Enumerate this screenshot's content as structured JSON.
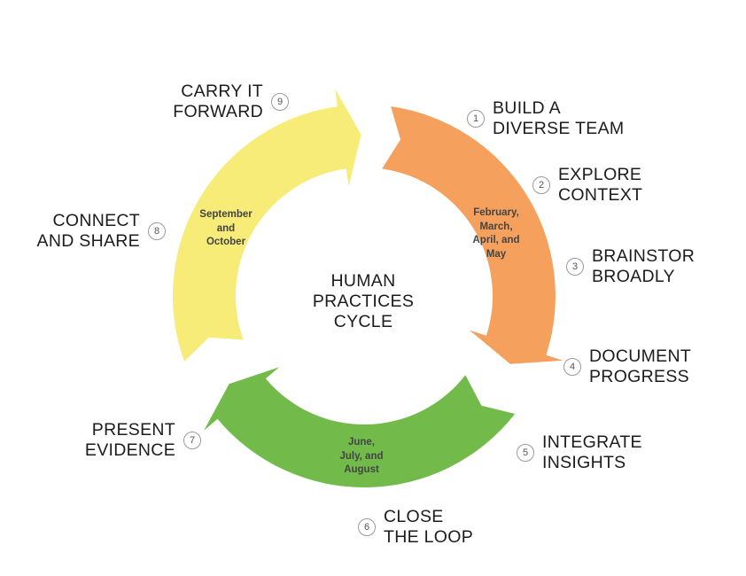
{
  "center_title": [
    "HUMAN",
    "PRACTICES",
    "CYCLE"
  ],
  "colors": {
    "orange": "#f5a05c",
    "green": "#72bb4b",
    "yellow": "#f6ec77"
  },
  "segments": [
    {
      "id": "orange",
      "months": [
        "February,",
        "March,",
        "April, and",
        "May"
      ]
    },
    {
      "id": "green",
      "months": [
        "June,",
        "July, and",
        "August"
      ]
    },
    {
      "id": "yellow",
      "months": [
        "September",
        "and",
        "October"
      ]
    }
  ],
  "steps": [
    {
      "number": "1",
      "lines": [
        "BUILD A",
        "DIVERSE TEAM"
      ]
    },
    {
      "number": "2",
      "lines": [
        "EXPLORE",
        "CONTEXT"
      ]
    },
    {
      "number": "3",
      "lines": [
        "BRAINSTOR",
        "BROADLY"
      ]
    },
    {
      "number": "4",
      "lines": [
        "DOCUMENT",
        "PROGRESS"
      ]
    },
    {
      "number": "5",
      "lines": [
        "INTEGRATE",
        "INSIGHTS"
      ]
    },
    {
      "number": "6",
      "lines": [
        "CLOSE",
        "THE LOOP"
      ]
    },
    {
      "number": "7",
      "lines": [
        "PRESENT",
        "EVIDENCE"
      ]
    },
    {
      "number": "8",
      "lines": [
        "CONNECT",
        "AND SHARE"
      ]
    },
    {
      "number": "9",
      "lines": [
        "CARRY IT",
        "FORWARD"
      ]
    }
  ]
}
